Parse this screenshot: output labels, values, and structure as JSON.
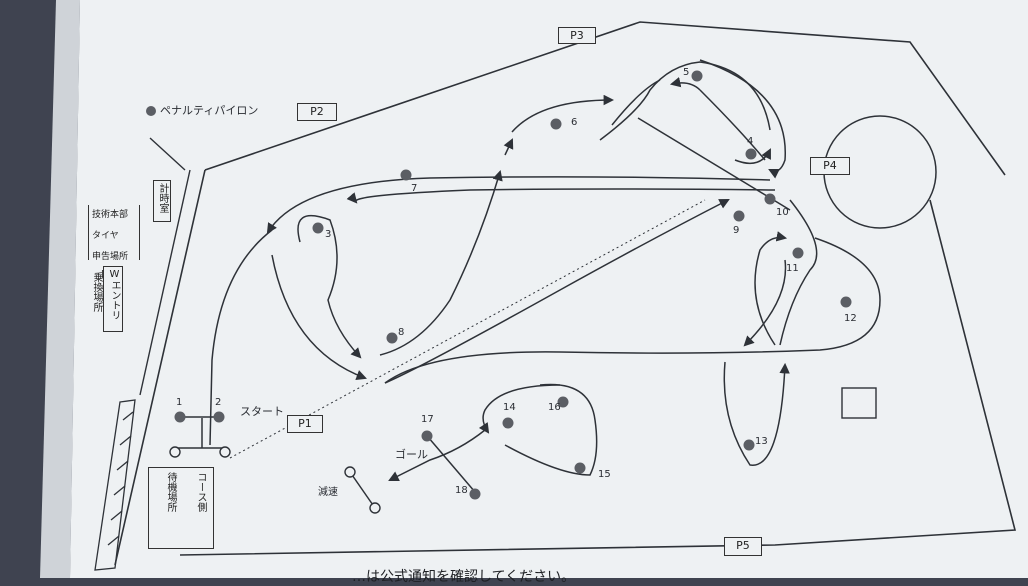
{
  "map": {
    "legend_pylon": "ペナルティパイロン",
    "start_label": "スタート",
    "goal_label": "ゴール",
    "decel_label": "減速",
    "side_boxes": {
      "timing_room": "計時室",
      "tech_hq": "技術本部",
      "tire": "タイヤ",
      "reception": "申告場所",
      "entry": "Wエントリー",
      "transfer": "乗換場所",
      "waiting": "待機場所",
      "course_side": "コース側"
    },
    "posts": [
      "P1",
      "P2",
      "P3",
      "P4",
      "P5"
    ],
    "cones": [
      "1",
      "2",
      "3",
      "4",
      "5",
      "6",
      "7",
      "8",
      "9",
      "10",
      "11",
      "12",
      "13",
      "14",
      "15",
      "16",
      "17",
      "18"
    ],
    "footer_note": "…は公式通知を確認してください。"
  },
  "colors": {
    "paper": "#eef1f3",
    "ink": "#2e3238",
    "cone": "#5b5e64"
  }
}
